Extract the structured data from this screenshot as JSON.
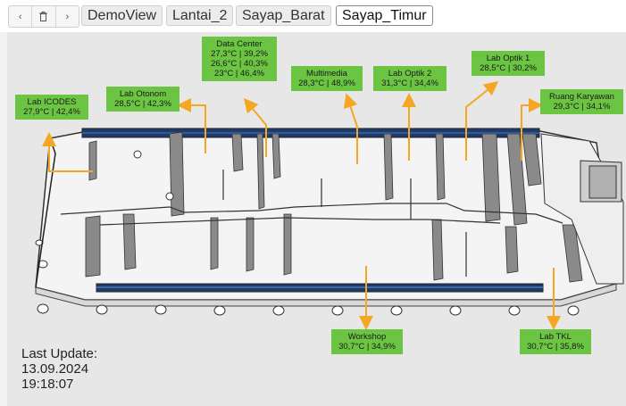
{
  "toolbar": {
    "back_icon": "chevron-left-icon",
    "home_icon": "trash-icon",
    "forward_icon": "chevron-right-icon",
    "breadcrumbs": [
      "DemoView",
      "Lantai_2",
      "Sayap_Barat",
      "Sayap_Timur"
    ],
    "active_crumb": "Sayap_Timur"
  },
  "labels": {
    "lab_icodes": {
      "title": "Lab ICODES",
      "lines": [
        "27,9°C | 42,4%"
      ]
    },
    "lab_otonom": {
      "title": "Lab Otonom",
      "lines": [
        "28,5°C | 42,3%"
      ]
    },
    "data_center": {
      "title": "Data Center",
      "lines": [
        "27,3°C | 39,2%",
        "26,6°C | 40,3%",
        "23°C | 46,4%"
      ]
    },
    "multimedia": {
      "title": "Multimedia",
      "lines": [
        "28,3°C | 48,9%"
      ]
    },
    "lab_optik_2": {
      "title": "Lab Optik 2",
      "lines": [
        "31,3°C | 34,4%"
      ]
    },
    "lab_optik_1": {
      "title": "Lab Optik 1",
      "lines": [
        "28,5°C | 30,2%"
      ]
    },
    "ruang_karyawan": {
      "title": "Ruang Karyawan",
      "lines": [
        "29,3°C | 34,1%"
      ]
    },
    "workshop": {
      "title": "Workshop",
      "lines": [
        "30,7°C | 34,9%"
      ]
    },
    "lab_tkl": {
      "title": "Lab TKL",
      "lines": [
        "30,7°C | 35,8%"
      ]
    }
  },
  "colors": {
    "label_bg": "#6bc442",
    "arrow": "#f5a623",
    "window": "#1f3a6b"
  },
  "last_update": {
    "heading": "Last Update:",
    "date": "13.09.2024",
    "time": "19:18:07"
  }
}
